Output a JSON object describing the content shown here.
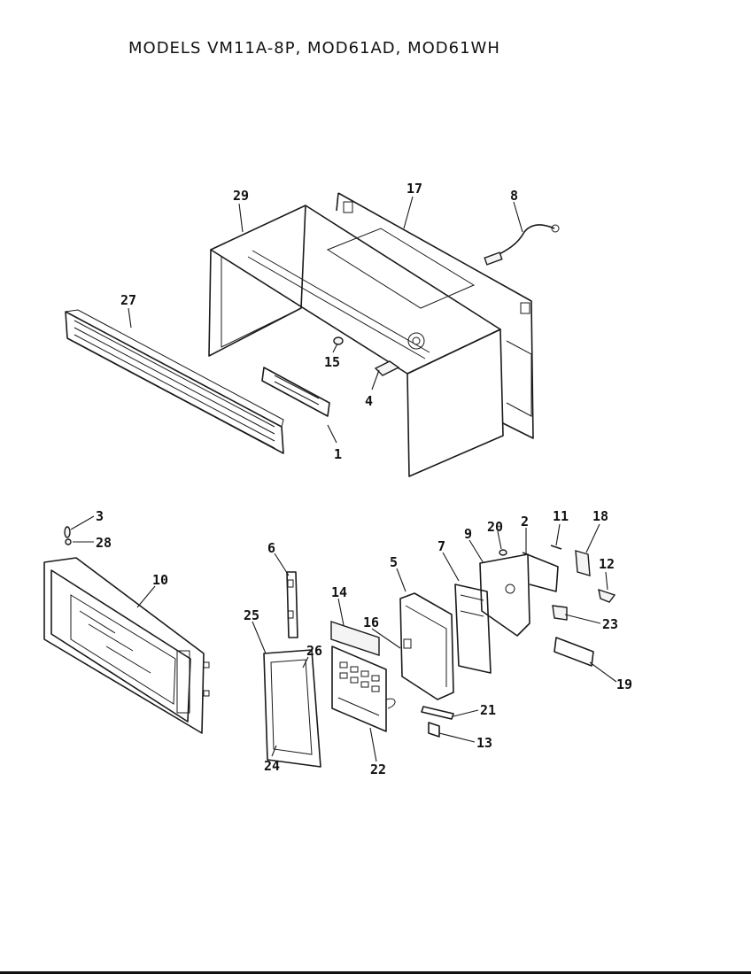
{
  "title": "MODELS VM11A-8P, MOD61AD, MOD61WH",
  "callouts": [
    "1",
    "2",
    "3",
    "4",
    "5",
    "6",
    "7",
    "8",
    "9",
    "10",
    "11",
    "12",
    "13",
    "14",
    "15",
    "16",
    "17",
    "18",
    "19",
    "20",
    "21",
    "22",
    "23",
    "24",
    "25",
    "26",
    "27",
    "28",
    "29"
  ],
  "colors": {
    "ink": "#111111",
    "paper": "#ffffff"
  }
}
